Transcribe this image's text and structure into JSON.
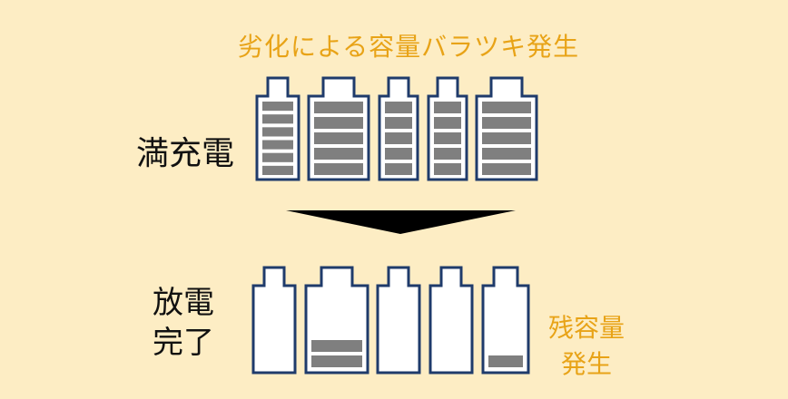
{
  "title": "劣化による容量バラツキ発生",
  "state_full": "満充電",
  "state_discharged": "放電\n完了",
  "remaining_note": "残容量\n発生",
  "colors": {
    "background": "#fdedc4",
    "accent_text": "#e8a317",
    "battery_outline": "#1f3b6b",
    "battery_fill": "#ffffff",
    "charge_bar": "#7f7f7f",
    "arrow": "#000000"
  },
  "batteries_full": [
    {
      "charge_bars": 6
    },
    {
      "charge_bars": 5
    },
    {
      "charge_bars": 5
    },
    {
      "charge_bars": 5
    },
    {
      "charge_bars": 5
    }
  ],
  "batteries_discharged": [
    {
      "charge_bars": 0
    },
    {
      "charge_bars": 2
    },
    {
      "charge_bars": 0
    },
    {
      "charge_bars": 0
    },
    {
      "charge_bars": 1
    }
  ]
}
